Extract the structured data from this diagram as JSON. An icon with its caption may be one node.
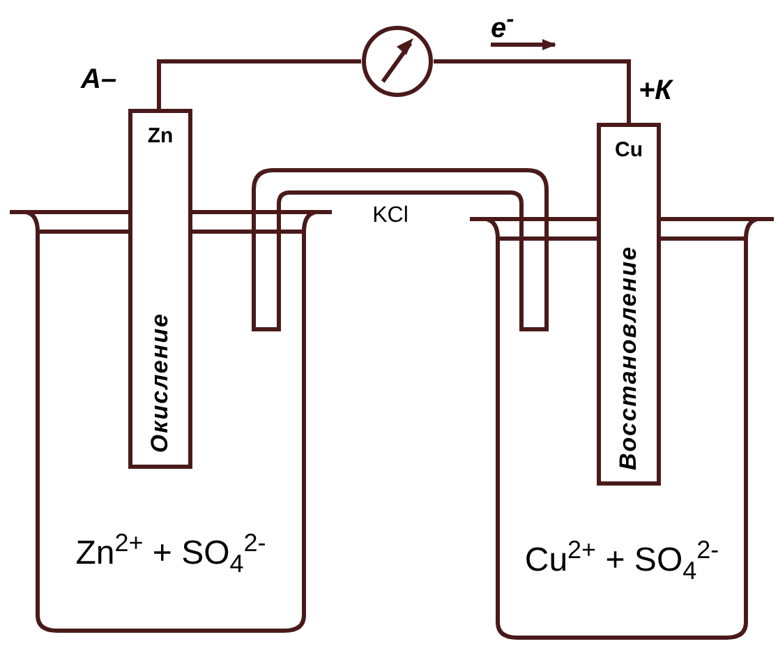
{
  "diagram": {
    "nodes": [
      {
        "text": [
          "Zn",
          "Окисление"
        ]
      },
      {
        "text": [],
        "shape": "circle"
      },
      {
        "text": [
          "Cu",
          "Восстановление"
        ]
      },
      {
        "text": [
          "Zn$^{2+}$ + SO$_{4}$$^{2-}$"
        ]
      },
      {
        "text": [
          "KCl"
        ]
      },
      {
        "text": [
          "Cu$^{2+}$ + SO$_{4}$$^{2-}$"
        ]
      }
    ],
    "edges": [
      {
        "from": 0,
        "to": 1,
        "arrow": "none"
      },
      {
        "from": 1,
        "to": 2,
        "arrow": "none"
      }
    ],
    "labels": [
      "А–",
      "e$^{-}$",
      "+К"
    ]
  }
}
